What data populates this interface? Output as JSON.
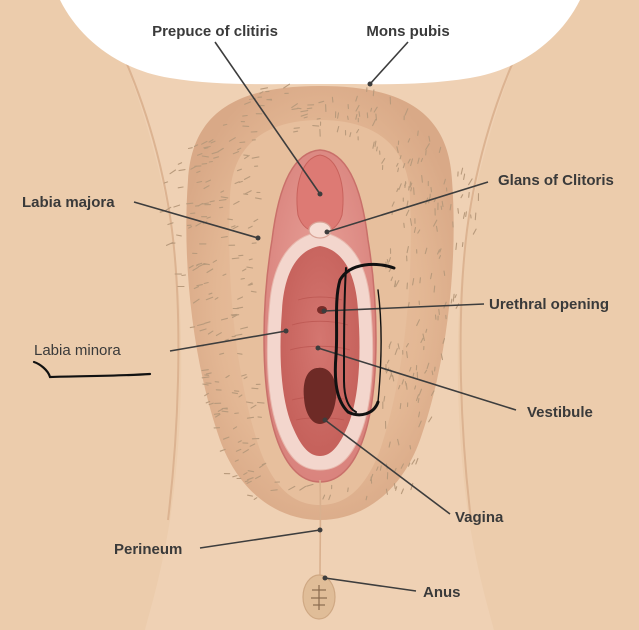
{
  "labels": {
    "prepuce": "Prepuce of clitiris",
    "mons": "Mons pubis",
    "glans": "Glans of Clitoris",
    "labia_majora": "Labia majora",
    "urethral": "Urethral opening",
    "labia_minora": "Labia minora",
    "vestibule": "Vestibule",
    "vagina": "Vagina",
    "perineum": "Perineum",
    "anus": "Anus"
  },
  "colors": {
    "skin": "#efd1b4",
    "skin_shadow": "#dcb391",
    "labia_majora": "#e2b592",
    "labia_minora": "#dc8a84",
    "vestibule": "#cd6760",
    "vagina_opening": "#6e2a26",
    "leader_line": "#3d3d3d",
    "annotation_ink": "#111111"
  }
}
